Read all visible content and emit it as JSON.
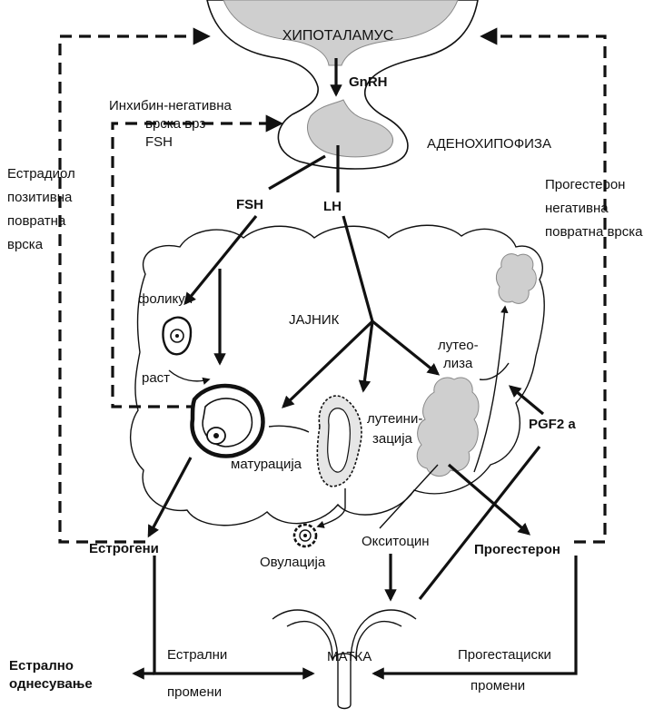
{
  "labels": {
    "hypothalamus": "ХИПОТАЛАМУС",
    "gnrh": "GnRH",
    "inhibin_line1": "Инхибин-негативна",
    "inhibin_line2": "врска врз",
    "inhibin_line3": "FSH",
    "adenohypophysis": "АДЕНОХИПОФИЗА",
    "estradiol_line1": "Естрадиол",
    "estradiol_line2": "позитивна",
    "estradiol_line3": "повратна",
    "estradiol_line4": "врска",
    "progesterone_fb_line1": "Прогестерон",
    "progesterone_fb_line2": "негативна",
    "progesterone_fb_line3": "повратна врска",
    "fsh": "FSH",
    "lh": "LH",
    "ovary": "ЈАЈНИК",
    "follicle": "фоликул",
    "growth": "раст",
    "maturation": "матурација",
    "luteinization_line1": "лутеини-",
    "luteinization_line2": "зација",
    "luteolysis_line1": "лутео-",
    "luteolysis_line2": "лиза",
    "pgf2a": "PGF2 a",
    "estrogens": "Естрогени",
    "ovulation": "Овулација",
    "oxytocin": "Окситоцин",
    "progesterone": "Прогестерон",
    "uterus": "МАТКА",
    "estrous_behaviour_line1": "Естрално",
    "estrous_behaviour_line2": "однесување",
    "estrous_changes_line1": "Естрални",
    "estrous_changes_line2": "промени",
    "progestational_changes_line1": "Прогестациски",
    "progestational_changes_line2": "промени"
  },
  "colors": {
    "ink": "#111111",
    "tissue_grey": "#cfcfcf"
  }
}
